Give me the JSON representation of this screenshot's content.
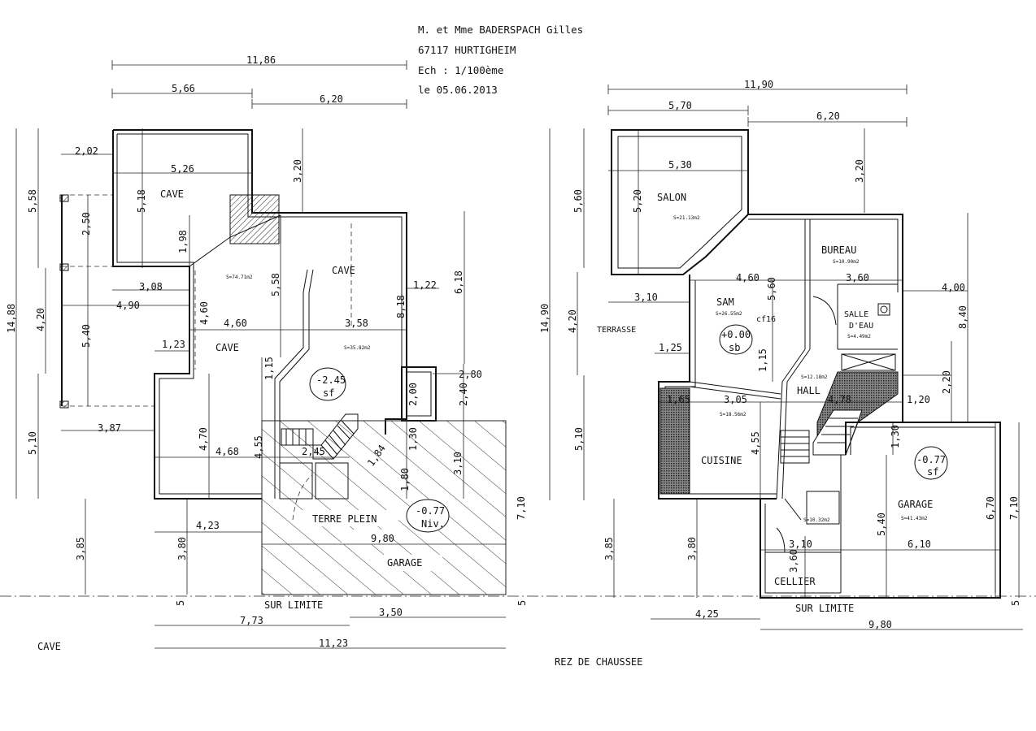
{
  "header": {
    "owner": "M. et Mme BADERSPACH Gilles",
    "address": "67117 HURTIGHEIM",
    "scale": "Ech : 1/100ème",
    "date": "le 05.06.2013"
  },
  "cave_plan": {
    "title": "CAVE",
    "rooms": {
      "cave_1": "CAVE",
      "cave_2": "CAVE",
      "cave_3": "CAVE",
      "terre_plein": "TERRE PLEIN",
      "garage": "GARAGE",
      "sur_limite": "SUR LIMITE"
    },
    "areas": {
      "a1": "S=74.71m2",
      "a2": "S=35.82m2"
    },
    "levels": {
      "l1_value": "-2.45",
      "l1_sub": "sf",
      "l2_value": "-0.77",
      "l2_sub": "Niv."
    },
    "dims": {
      "d_11_86": "11,86",
      "d_5_66": "5,66",
      "d_6_20": "6,20",
      "d_2_02": "2,02",
      "d_5_26": "5,26",
      "d_3_20": "3,20",
      "d_5_58a": "5,58",
      "d_5_18": "5,18",
      "d_2_50": "2,50",
      "d_1_98": "1,98",
      "d_5_58b": "5,58",
      "d_3_08": "3,08",
      "d_1_22": "1,22",
      "d_6_18": "6,18",
      "d_4_90": "4,90",
      "d_14_88": "14,88",
      "d_4_20": "4,20",
      "d_4_60v": "4,60",
      "d_4_60h": "4,60",
      "d_3_58": "3,58",
      "d_8_18": "8,18",
      "d_5_40": "5,40",
      "d_1_23": "1,23",
      "d_1_15": "1,15",
      "d_2_80": "2,80",
      "d_2_00": "2,00",
      "d_2_40": "2,40",
      "d_5_10": "5,10",
      "d_3_87": "3,87",
      "d_4_70": "4,70",
      "d_4_55": "4,55",
      "d_1_30": "1,30",
      "d_4_68": "4,68",
      "d_2_45": "2,45",
      "d_1_84": "1,84",
      "d_3_10": "3,10",
      "d_1_80": "1,80",
      "d_7_10": "7,10",
      "d_4_23": "4,23",
      "d_9_80": "9,80",
      "d_3_85": "3,85",
      "d_3_80": "3,80",
      "d_7_73": "7,73",
      "d_3_50": "3,50",
      "d_11_23": "11,23",
      "d_5a": "5",
      "d_5b": "5"
    }
  },
  "rdc_plan": {
    "title": "REZ DE CHAUSSEE",
    "rooms": {
      "salon": "SALON",
      "bureau": "BUREAU",
      "sam": "SAM",
      "salle_deau_1": "SALLE",
      "salle_deau_2": "D'EAU",
      "terrasse": "TERRASSE",
      "hall": "HALL",
      "cuisine": "CUISINE",
      "garage": "GARAGE",
      "cellier": "CELLIER",
      "sur_limite": "SUR LIMITE",
      "cf16": "cf16"
    },
    "areas": {
      "salon": "S=21.13m2",
      "bureau": "S=10.90m2",
      "sam": "S=26.55m2",
      "salle": "S=4.49m2",
      "hall": "S=12.18m2",
      "cuisine": "S=18.56m2",
      "garage": "S=41.43m2",
      "cellier": "S=10.32m2"
    },
    "levels": {
      "l1_value": "+0.00",
      "l1_sub": "sb",
      "l2_value": "-0.77",
      "l2_sub": "sf"
    },
    "dims": {
      "d_11_90": "11,90",
      "d_5_70": "5,70",
      "d_6_20": "6,20",
      "d_5_30": "5,30",
      "d_3_20": "3,20",
      "d_5_60a": "5,60",
      "d_5_20": "5,20",
      "d_14_90": "14,90",
      "d_4_60": "4,60",
      "d_3_60": "3,60",
      "d_5_60b": "5,60",
      "d_4_00": "4,00",
      "d_3_10": "3,10",
      "d_4_20": "4,20",
      "d_8_40": "8,40",
      "d_1_25": "1,25",
      "d_1_15": "1,15",
      "d_1_65": "1,65",
      "d_3_05": "3,05",
      "d_4_78": "4,78",
      "d_1_20": "1,20",
      "d_2_20": "2,20",
      "d_4_55": "4,55",
      "d_1_30": "1,30",
      "d_5_10": "5,10",
      "d_6_70": "6,70",
      "d_7_10": "7,10",
      "d_5_40": "5,40",
      "d_3_10b": "3,10",
      "d_6_10": "6,10",
      "d_3_85": "3,85",
      "d_3_80": "3,80",
      "d_4_25": "4,25",
      "d_9_80": "9,80",
      "d_5": "5"
    }
  }
}
